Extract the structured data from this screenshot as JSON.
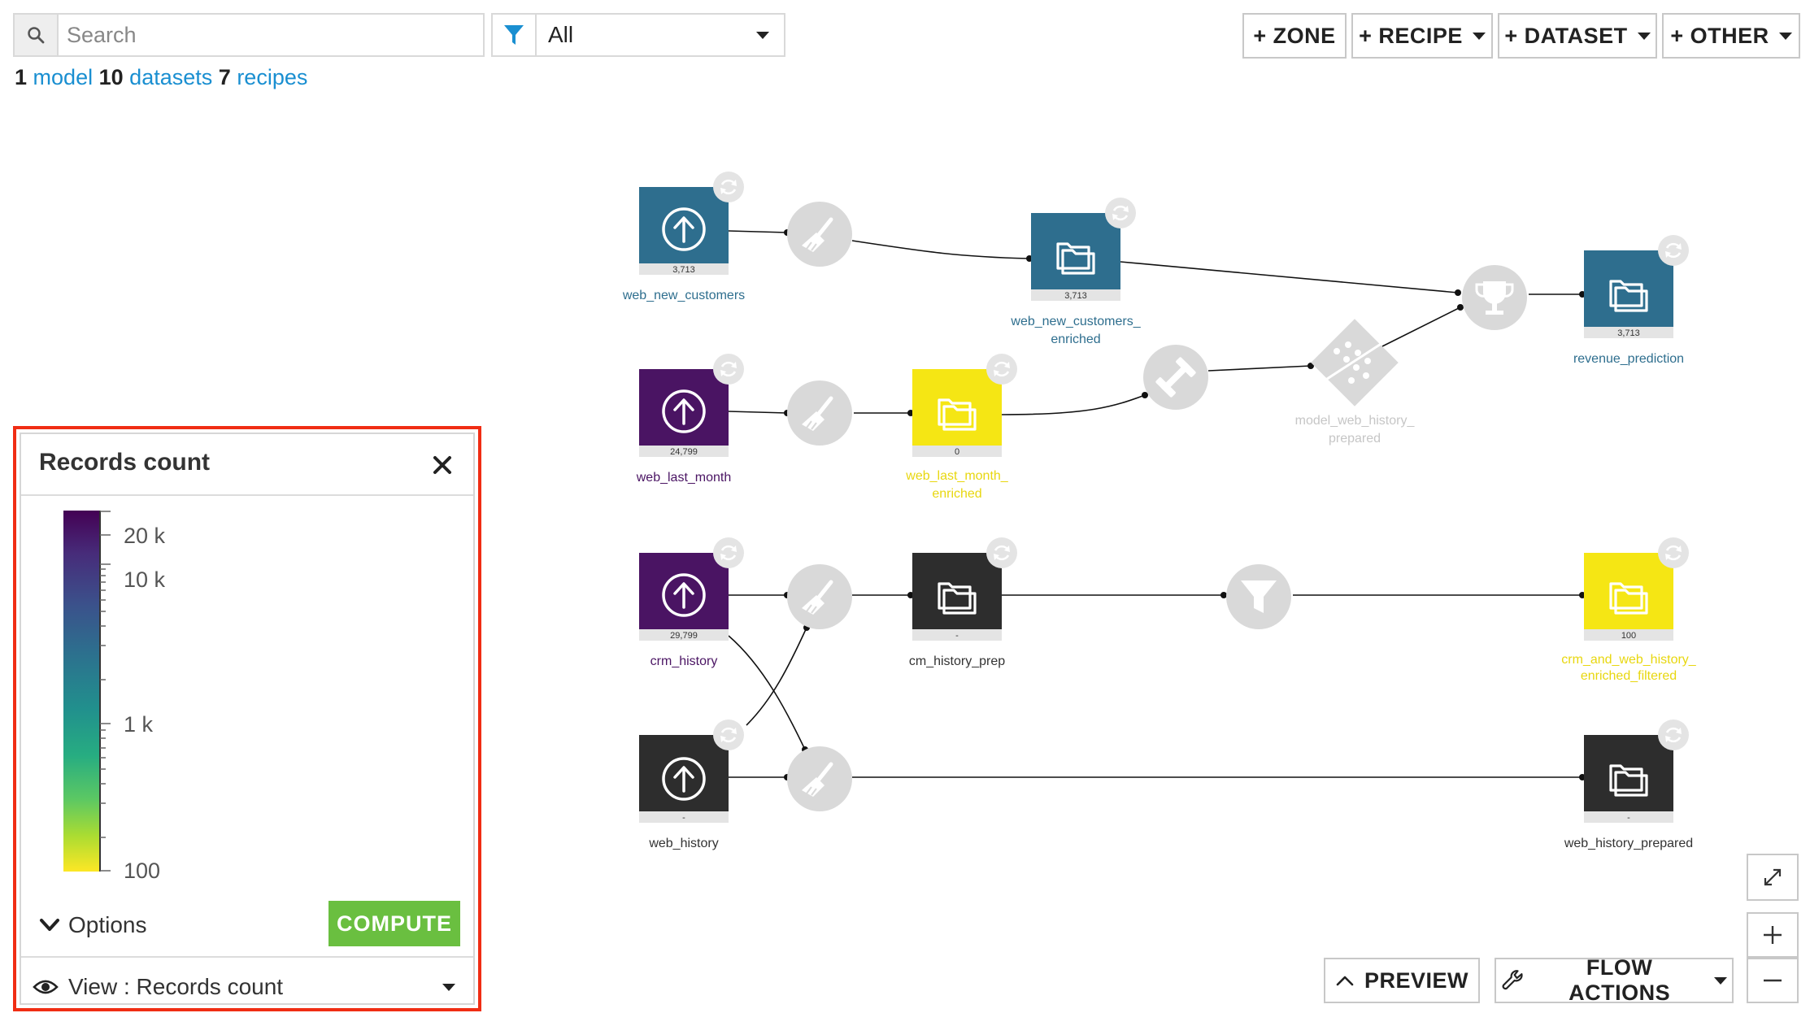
{
  "search": {
    "placeholder": "Search",
    "value": ""
  },
  "filter": {
    "value": "All"
  },
  "stats": {
    "model_count": "1",
    "model_label": "model",
    "dataset_count": "10",
    "dataset_label": "datasets",
    "recipe_count": "7",
    "recipe_label": "recipes"
  },
  "toolbar": {
    "zone": "+ ZONE",
    "recipe": "+ RECIPE",
    "dataset": "+ DATASET",
    "other": "+ OTHER"
  },
  "flow": {
    "datasets": [
      {
        "id": "web_new_customers",
        "label": "web_new_customers",
        "count": "3,713",
        "color": "#2e6e8e",
        "label_color": "#2e6e8e",
        "type": "upload"
      },
      {
        "id": "web_new_customers_enriched",
        "label1": "web_new_customers_",
        "label2": "enriched",
        "count": "3,713",
        "color": "#2e6e8e",
        "label_color": "#2e6e8e",
        "type": "folder"
      },
      {
        "id": "revenue_prediction",
        "label": "revenue_prediction",
        "count": "3,713",
        "color": "#2e6e8e",
        "label_color": "#2e6e8e",
        "type": "folder"
      },
      {
        "id": "web_last_month",
        "label": "web_last_month",
        "count": "24,799",
        "color": "#4a1463",
        "label_color": "#4a1463",
        "type": "upload"
      },
      {
        "id": "web_last_month_enriched",
        "label1": "web_last_month_",
        "label2": "enriched",
        "count": "0",
        "color": "#f5e614",
        "label_color": "#e8d70f",
        "type": "folder"
      },
      {
        "id": "model_web_history_prepared",
        "label1": "model_web_history_",
        "label2": "prepared",
        "label_color": "#c6c6c6",
        "type": "model"
      },
      {
        "id": "crm_history",
        "label": "crm_history",
        "count": "29,799",
        "color": "#4a1463",
        "label_color": "#4a1463",
        "type": "upload"
      },
      {
        "id": "cm_history_prep",
        "label": "cm_history_prep",
        "count": "-",
        "color": "#2d2d2d",
        "label_color": "#333333",
        "type": "folder"
      },
      {
        "id": "crm_and_web_history_enriched_filtered",
        "label1": "crm_and_web_history_",
        "label2": "enriched_filtered",
        "count": "100",
        "color": "#f5e614",
        "label_color": "#e8d70f",
        "type": "folder"
      },
      {
        "id": "web_history",
        "label": "web_history",
        "count": "-",
        "color": "#2d2d2d",
        "label_color": "#333333",
        "type": "upload"
      },
      {
        "id": "web_history_prepared",
        "label": "web_history_prepared",
        "count": "-",
        "color": "#2d2d2d",
        "label_color": "#333333",
        "type": "folder"
      }
    ]
  },
  "panel": {
    "title": "Records count",
    "ticks": {
      "t20k": "20 k",
      "t10k": "10 k",
      "t1k": "1 k",
      "t100": "100"
    },
    "options_label": "Options",
    "compute_label": "COMPUTE",
    "view_label": "View : Records count"
  },
  "bottom": {
    "preview": "PREVIEW",
    "flow_actions": "FLOW ACTIONS"
  },
  "colors": {
    "accent_link": "#1a8fd1",
    "panel_border": "#f02d14",
    "compute": "#6abf40",
    "recipe_grey": "#d9d9d9"
  }
}
